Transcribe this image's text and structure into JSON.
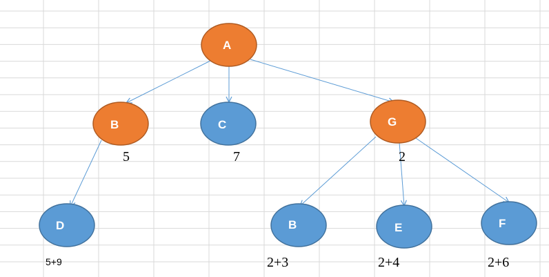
{
  "colors": {
    "expanded_fill": "#ED7D31",
    "expanded_stroke": "#AE5A21",
    "frontier_fill": "#5B9BD5",
    "frontier_stroke": "#41719C",
    "edge": "#5B9BD5",
    "grid": "#D9D9D9"
  },
  "nodes": {
    "a": {
      "label": "A",
      "state": "expanded"
    },
    "b1": {
      "label": "B",
      "state": "expanded"
    },
    "c": {
      "label": "C",
      "state": "frontier"
    },
    "g": {
      "label": "G",
      "state": "expanded"
    },
    "d": {
      "label": "D",
      "state": "frontier"
    },
    "b2": {
      "label": "B",
      "state": "frontier"
    },
    "e": {
      "label": "E",
      "state": "frontier"
    },
    "f": {
      "label": "F",
      "state": "frontier"
    }
  },
  "weights": {
    "b1": "5",
    "c": "7",
    "g": "2",
    "d": "5+9",
    "b2": "2+3",
    "e": "2+4",
    "f": "2+6"
  }
}
